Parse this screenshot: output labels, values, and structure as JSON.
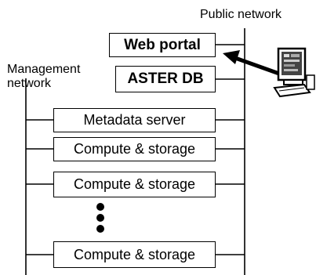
{
  "labels": {
    "public_network": "Public network",
    "management_network_line1": "Management",
    "management_network_line2": "network"
  },
  "boxes": {
    "web_portal": "Web portal",
    "aster_db": "ASTER DB",
    "metadata_server": "Metadata server",
    "compute_storage_1": "Compute & storage",
    "compute_storage_2": "Compute & storage",
    "compute_storage_3": "Compute & storage"
  },
  "icons": {
    "client": "computer-workstation-icon",
    "arrow": "request-arrow-icon",
    "ellipsis": "vertical-ellipsis-icon"
  }
}
